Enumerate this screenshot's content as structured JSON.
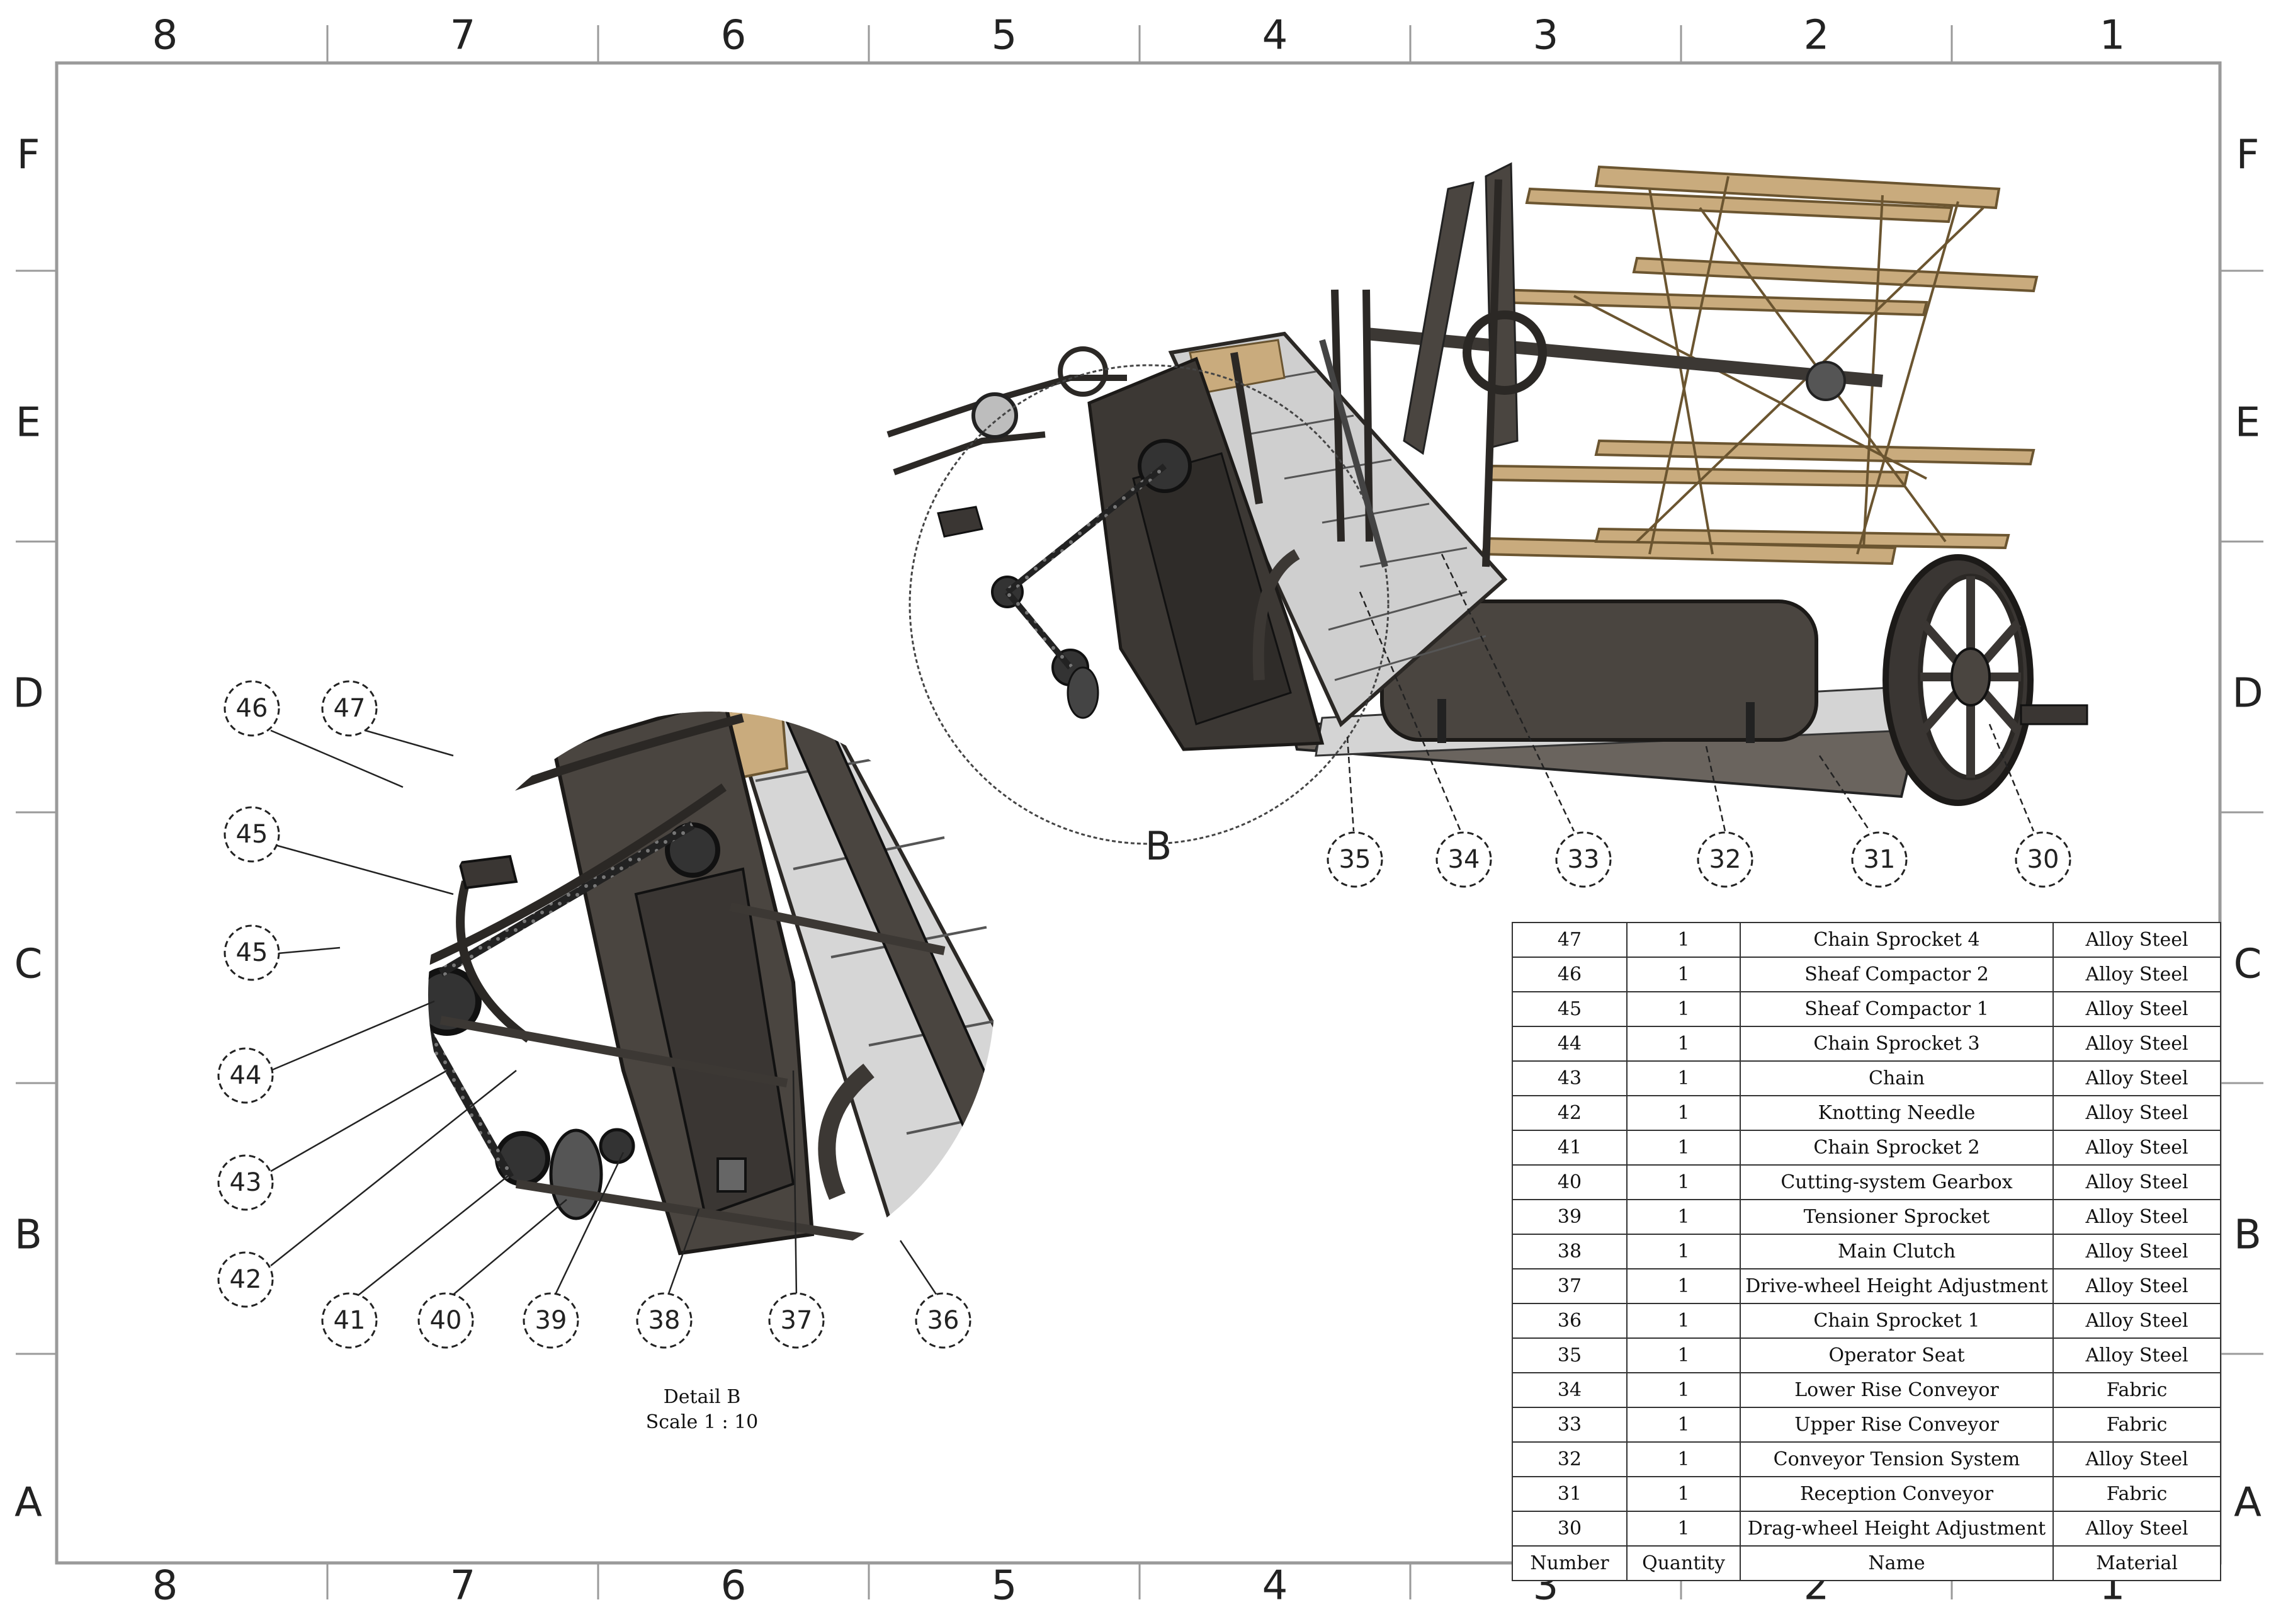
{
  "frame": {
    "columns": [
      "8",
      "7",
      "6",
      "5",
      "4",
      "3",
      "2",
      "1"
    ],
    "rows": [
      "F",
      "E",
      "D",
      "C",
      "B",
      "A"
    ]
  },
  "main_view": {
    "detail_marker": "B",
    "balloons": [
      "35",
      "34",
      "33",
      "32",
      "31",
      "30"
    ]
  },
  "detail_view": {
    "balloons": [
      "46",
      "47",
      "45",
      "45",
      "44",
      "43",
      "42",
      "41",
      "40",
      "39",
      "38",
      "37",
      "36"
    ],
    "caption_line1": "Detail B",
    "caption_line2": "Scale 1 : 10"
  },
  "bom": {
    "headers": [
      "Number",
      "Quantity",
      "Name",
      "Material"
    ],
    "rows": [
      [
        "47",
        "1",
        "Chain Sprocket 4",
        "Alloy Steel"
      ],
      [
        "46",
        "1",
        "Sheaf Compactor 2",
        "Alloy Steel"
      ],
      [
        "45",
        "1",
        "Sheaf Compactor 1",
        "Alloy Steel"
      ],
      [
        "44",
        "1",
        "Chain Sprocket 3",
        "Alloy Steel"
      ],
      [
        "43",
        "1",
        "Chain",
        "Alloy Steel"
      ],
      [
        "42",
        "1",
        "Knotting Needle",
        "Alloy Steel"
      ],
      [
        "41",
        "1",
        "Chain Sprocket 2",
        "Alloy Steel"
      ],
      [
        "40",
        "1",
        "Cutting-system Gearbox",
        "Alloy Steel"
      ],
      [
        "39",
        "1",
        "Tensioner Sprocket",
        "Alloy Steel"
      ],
      [
        "38",
        "1",
        "Main Clutch",
        "Alloy Steel"
      ],
      [
        "37",
        "1",
        "Drive-wheel Height Adjustment",
        "Alloy Steel"
      ],
      [
        "36",
        "1",
        "Chain Sprocket 1",
        "Alloy Steel"
      ],
      [
        "35",
        "1",
        "Operator Seat",
        "Alloy Steel"
      ],
      [
        "34",
        "1",
        "Lower Rise Conveyor",
        "Fabric"
      ],
      [
        "33",
        "1",
        "Upper Rise Conveyor",
        "Fabric"
      ],
      [
        "32",
        "1",
        "Conveyor Tension System",
        "Alloy Steel"
      ],
      [
        "31",
        "1",
        "Reception Conveyor",
        "Fabric"
      ],
      [
        "30",
        "1",
        "Drag-wheel Height Adjustment",
        "Alloy Steel"
      ]
    ]
  },
  "colors": {
    "metal": "#4a4540",
    "metal_dark": "#2b2825",
    "wood": "#c9ab7d",
    "conveyor": "#d4d4d4",
    "line": "#222222"
  }
}
